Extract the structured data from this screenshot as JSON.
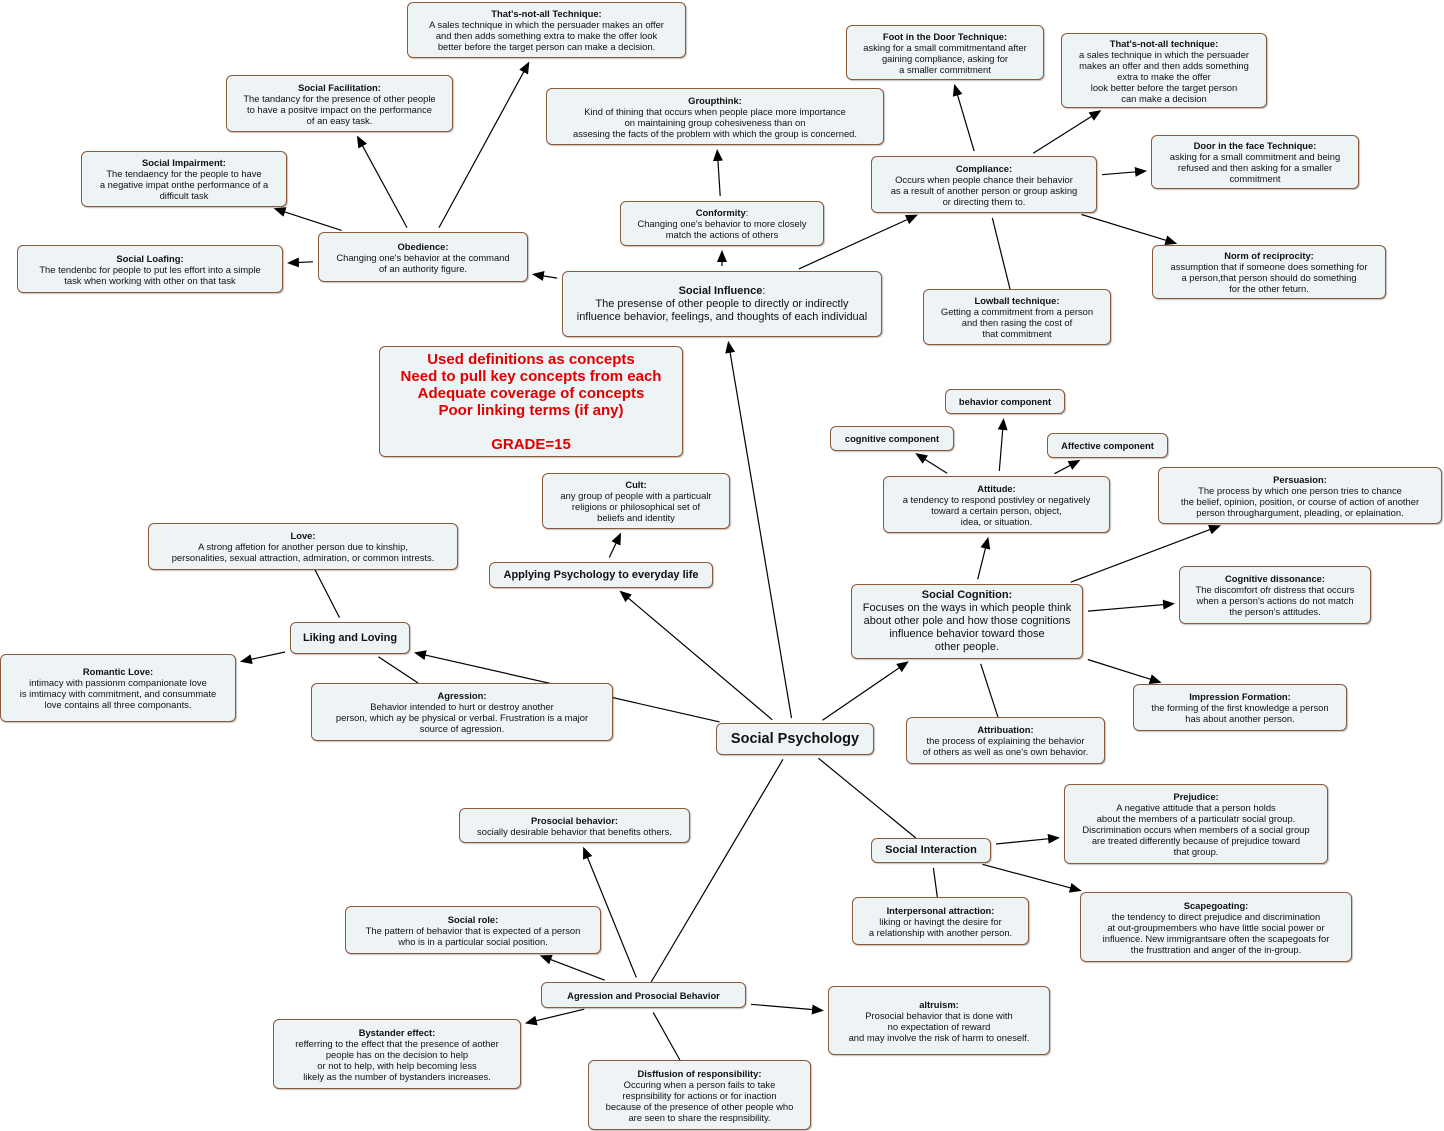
{
  "nodes": [
    {
      "id": "sp",
      "title": "Social Psychology",
      "desc": "",
      "style": "big"
    },
    {
      "id": "si",
      "title": "Social Influence",
      "sep": ":",
      "desc": "The presense of other people to directly or indirectly\ninfluence behavior, feelings, and thoughts of each individual",
      "style": "mid"
    },
    {
      "id": "ob",
      "title": "Obedience:",
      "desc": "Changing one's behavior at the command\nof an authority figure."
    },
    {
      "id": "sl",
      "title": "Social Loafing:",
      "desc": "The tendenbc for people to put les effort into a simple\ntask when working with other on that task"
    },
    {
      "id": "simp",
      "title": "Social Impairment:",
      "desc": "The tendaency for the people to have\na negative impat onthe performance of a\ndifficult task"
    },
    {
      "id": "sf",
      "title": "Social Facilitation:",
      "desc": "The tandancy for the presence of other people\nto have a positve impact on the performance\nof an easy task."
    },
    {
      "id": "tna1",
      "title": "That's-not-all Technique:",
      "desc": "A sales technique in which the persuader makes an offer\nand then adds something extra to make the offer look\nbetter before the target person can make a decision."
    },
    {
      "id": "conf",
      "title": "Conformity",
      "sep": ":",
      "desc": "Changing one's behavior to more closely\nmatch the actions of others"
    },
    {
      "id": "gt",
      "title": "Groupthink:",
      "desc": "Kind of thining that occurs when people place more importance\non maintaining group cohesiveness than on\nassesing the facts of the problem with which the group is concerned."
    },
    {
      "id": "comp",
      "title": "Compliance:",
      "desc": "Occurs when people chance their behavior\nas a result of another person or group asking\nor directing them to."
    },
    {
      "id": "fitd",
      "title": "Foot in the Door Technique:",
      "desc": "asking for a small commitmentand after\ngaining compliance, asking for\na smaller commitment"
    },
    {
      "id": "tna2",
      "title": "That's-not-all technique:",
      "desc": "a sales technique in which the persuader\nmakes an offer and then adds something\nextra to make the offer\nlook better before the target person\ncan make a decision"
    },
    {
      "id": "ditf",
      "title": "Door in the face Technique:",
      "desc": "asking for a small commitment and being\nrefused and then asking for a smaller\ncommitment"
    },
    {
      "id": "nor",
      "title": "Norm of reciprocity:",
      "desc": "assumption that if someone does something for\na person,that person should do something\nfor the other feturn."
    },
    {
      "id": "lb",
      "title": "Lowball technique:",
      "desc": "Getting a commitment from a person\nand then rasing the cost of\nthat commitment"
    },
    {
      "id": "note",
      "title": "",
      "desc": "Used definitions as concepts\nNeed to pull key concepts from each\nAdequate coverage of concepts\nPoor linking terms (if any)\n\nGRADE=15",
      "style": "note"
    },
    {
      "id": "cult",
      "title": "Cult:",
      "desc": "any group of people with a particualr\nreligions or philosophical set of\nbeliefs and identity"
    },
    {
      "id": "ap",
      "title": "Applying Psychology to everyday life",
      "desc": "",
      "style": "mid"
    },
    {
      "id": "love",
      "title": "Love:",
      "desc": "A strong affetion for another person due to kinship,\npersonalities, sexual attraction, admiration, or common intrests."
    },
    {
      "id": "ll",
      "title": "Liking and Loving",
      "desc": "",
      "style": "mid"
    },
    {
      "id": "rl",
      "title": "Romantic Love:",
      "desc": "intimacy with passionm companionate love\nis imtimacy with commitment, and consummate\nlove contains all three componants."
    },
    {
      "id": "ag",
      "title": "Agression:",
      "desc": "Behavior intended to hurt or destroy another\nperson, which  ay be physical or verbal. Frustration is a major\nsource of agression."
    },
    {
      "id": "bc",
      "title": "behavior component",
      "desc": ""
    },
    {
      "id": "cc",
      "title": "cognitive component",
      "desc": ""
    },
    {
      "id": "ac",
      "title": "Affective component",
      "desc": ""
    },
    {
      "id": "att",
      "title": "Attitude:",
      "desc": "a tendency to respond postivley or negatively\ntoward a certain person, object,\nidea, or situation."
    },
    {
      "id": "pers",
      "title": "Persuasion:",
      "desc": "The process by which one person tries to chance\nthe belief, opinion, position, or course of action of another\nperson throughargument, pleading, or eplaination."
    },
    {
      "id": "sc",
      "title": "Social Cognition:",
      "desc": "Focuses on the ways in which people think\nabout other pole and how those cognitions\ninfluence behavior toward those\nother people.",
      "style": "mid"
    },
    {
      "id": "cd",
      "title": "Cognitive dissonance:",
      "desc": "The discomfort ofr distress that occurs\nwhen a person's actions do not match\nthe person's attitudes."
    },
    {
      "id": "if",
      "title": "Impression Formation:",
      "desc": "the forming of the first knowledge a person\nhas about another person."
    },
    {
      "id": "attr",
      "title": "Attribuation:",
      "desc": "the process of explaining the behavior\nof others as well as one's own behavior."
    },
    {
      "id": "pre",
      "title": "Prejudice:",
      "desc": "A negative attitude that a person holds\nabout the members of a particulatr social group.\nDiscrimination occurs when members of a social group\nare treated differently because of prejudice toward\nthat group."
    },
    {
      "id": "sint",
      "title": "Social Interaction",
      "desc": "",
      "style": "mid"
    },
    {
      "id": "ia",
      "title": "Interpersonal attraction:",
      "desc": "liking or havingt the desire for\na relationship with another person."
    },
    {
      "id": "sg",
      "title": "Scapegoating:",
      "desc": "the tendency to direct prejudice and discrimination\nat out-groupmembers who have little social power or\ninfluence. New immigrantsare often the scapegoats for\nthe frusttration and anger of the in-group."
    },
    {
      "id": "psb",
      "title": "Prosocial behavior:",
      "desc": "socially desirable behavior that benefits others."
    },
    {
      "id": "sr",
      "title": "Social role:",
      "desc": "The pattern of behavior that is expected of a person\nwho is in a particular social position."
    },
    {
      "id": "apb",
      "title": "Agression and Prosocial Behavior",
      "desc": ""
    },
    {
      "id": "alt",
      "title": "altruism:",
      "desc": "Prosocial behavior that is done with\nno expectation of reward\nand may involve the risk of harm to oneself."
    },
    {
      "id": "be",
      "title": "Bystander effect:",
      "desc": "refferring to the effect that the presence of aother\npeople has on the decision to help\nor not to help, with help becoming less\nlikely as the number of bystanders increases."
    },
    {
      "id": "dr",
      "title": "Disffusion of responsibility:",
      "desc": "Occuring when a person fails to take\nrespnsibility for actions or for inaction\nbecause of the presence of other people who\nare seen to share the respnsibility."
    }
  ],
  "edges": [
    [
      "sp",
      "si"
    ],
    [
      "si",
      "ob"
    ],
    [
      "ob",
      "sl"
    ],
    [
      "ob",
      "simp"
    ],
    [
      "ob",
      "sf"
    ],
    [
      "ob",
      "tna1"
    ],
    [
      "si",
      "conf"
    ],
    [
      "conf",
      "gt"
    ],
    [
      "si",
      "comp"
    ],
    [
      "comp",
      "fitd"
    ],
    [
      "comp",
      "tna2"
    ],
    [
      "comp",
      "ditf"
    ],
    [
      "comp",
      "nor"
    ],
    [
      "comp",
      "lb",
      false
    ],
    [
      "sp",
      "ap"
    ],
    [
      "ap",
      "cult"
    ],
    [
      "sp",
      "ll"
    ],
    [
      "ll",
      "love",
      false
    ],
    [
      "ll",
      "rl"
    ],
    [
      "ll",
      "ag",
      false
    ],
    [
      "sp",
      "sc"
    ],
    [
      "sc",
      "att"
    ],
    [
      "att",
      "bc"
    ],
    [
      "att",
      "cc"
    ],
    [
      "att",
      "ac"
    ],
    [
      "sc",
      "pers"
    ],
    [
      "sc",
      "cd"
    ],
    [
      "sc",
      "if"
    ],
    [
      "sc",
      "attr",
      false
    ],
    [
      "sp",
      "sint",
      false
    ],
    [
      "sint",
      "pre"
    ],
    [
      "sint",
      "ia",
      false
    ],
    [
      "sint",
      "sg"
    ],
    [
      "sp",
      "apb",
      false
    ],
    [
      "apb",
      "psb"
    ],
    [
      "apb",
      "sr"
    ],
    [
      "apb",
      "alt"
    ],
    [
      "apb",
      "be"
    ],
    [
      "apb",
      "dr",
      false
    ]
  ]
}
